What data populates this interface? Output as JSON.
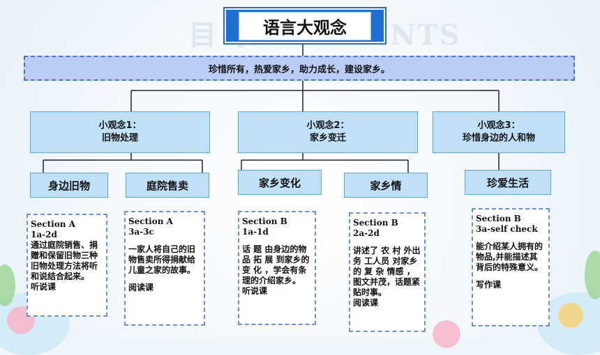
{
  "title": "语言大观念",
  "watermark": "目 录 CONTENTS",
  "banner": "珍惜所有，热爱家乡，助力成长，建设家乡。",
  "concepts": [
    {
      "line1": "小观念1：",
      "line2": "旧物处理"
    },
    {
      "line1": "小观念2：",
      "line2": "家乡变迁"
    },
    {
      "line1": "小观念3：",
      "line2": "珍惜身边的人和物"
    }
  ],
  "themes": [
    "身边旧物",
    "庭院售卖",
    "家乡变化",
    "家乡情",
    "珍爱生活"
  ],
  "cards": [
    {
      "section": "Section A",
      "range": "1a-2d",
      "text": "通过庭院销售、捐赠和保留旧物三种旧物处理方法将听和说结合起来。",
      "type": "听说课"
    },
    {
      "section": "Section A",
      "range": "3a-3c",
      "text": "一家人将自己的旧物售卖所得捐献给儿童之家的故事。",
      "type": "阅读课"
    },
    {
      "section": "Section B",
      "range": "1a-1d",
      "text": "话 题 由身边的物品 拓 展 到家乡的 变 化 ，学会有条理的介绍家乡。",
      "type": "听说课"
    },
    {
      "section": "Section B",
      "range": "2a-2d",
      "text": "讲述了 农 村 外出务 工人员 对家乡的 复 杂 情感 ， 图文并茂，话题紧贴时事。",
      "type": "阅读课"
    },
    {
      "section": "Section B",
      "range": "3a-self check",
      "text": "能介绍某人拥有的物品,并能描述其背后的特殊意义。",
      "type": "写作课"
    }
  ],
  "colors": {
    "title_bg": "#1e6fd0",
    "banner_bg": "#b9cdf6",
    "box_bg": "#bfe0f7",
    "card_border": "#6d8fd8"
  }
}
